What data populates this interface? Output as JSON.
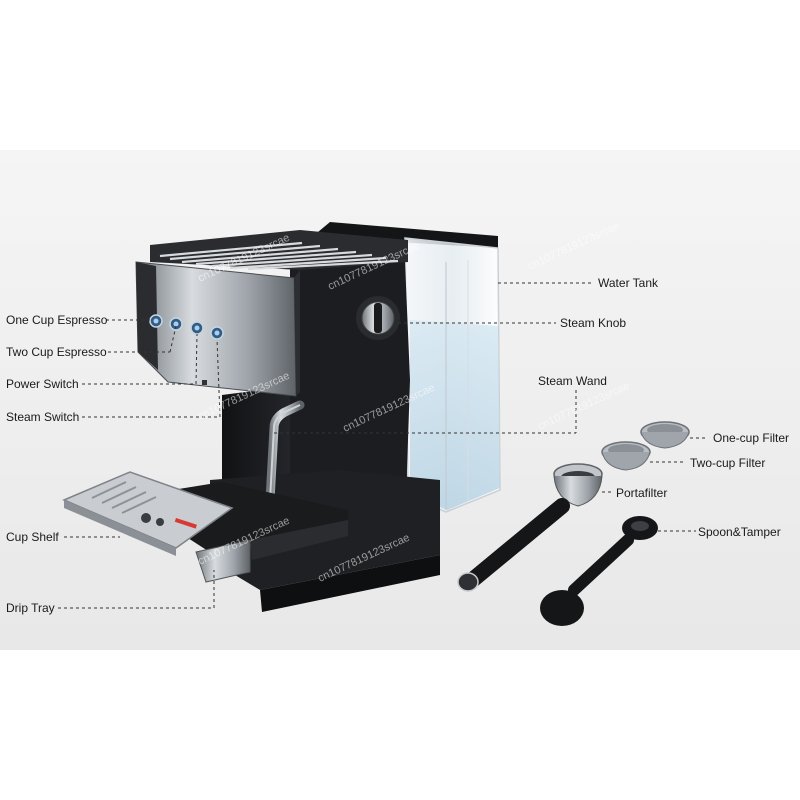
{
  "labels": {
    "one_cup_espresso": "One Cup Espresso",
    "two_cup_espresso": "Two Cup Espresso",
    "power_switch": "Power Switch",
    "steam_switch": "Steam Switch",
    "cup_shelf": "Cup Shelf",
    "drip_tray": "Drip Tray",
    "water_tank": "Water Tank",
    "steam_knob": "Steam Knob",
    "steam_wand": "Steam Wand",
    "one_cup_filter": "One-cup Filter",
    "two_cup_filter": "Two-cup Filter",
    "portafilter": "Portafilter",
    "spoon_tamper": "Spoon&Tamper"
  },
  "watermark": "cn1077819123srcae",
  "colors": {
    "body_black": "#1c1d20",
    "steel": "#9aa0a6",
    "water": "#cfe3ee",
    "leader_line": "#333333"
  }
}
